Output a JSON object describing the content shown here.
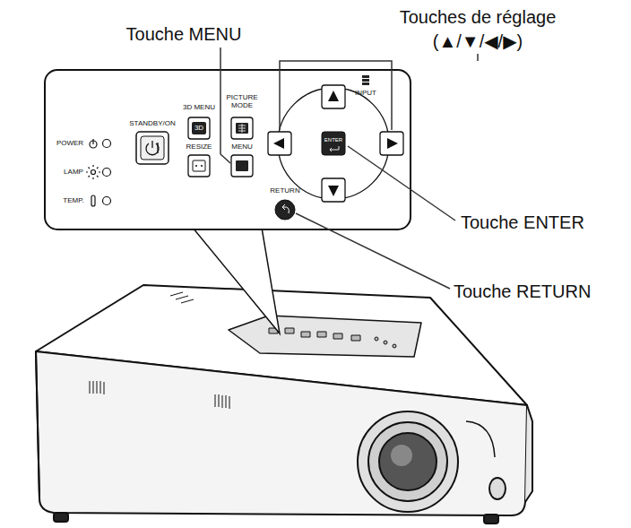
{
  "diagram": {
    "labels": [
      "Touches de réglage",
      "(▲/▼/◀/▶)",
      "Touche MENU",
      "Touche ENTER",
      "Touche RETURN",
      "POWER",
      "LAMP",
      "TEMP.",
      "STANDBY/ON",
      "3D MENU",
      "3D",
      "PICTURE MODE",
      "RESIZE",
      "MENU",
      "INPUT",
      "ENTER",
      "RETURN"
    ]
  }
}
